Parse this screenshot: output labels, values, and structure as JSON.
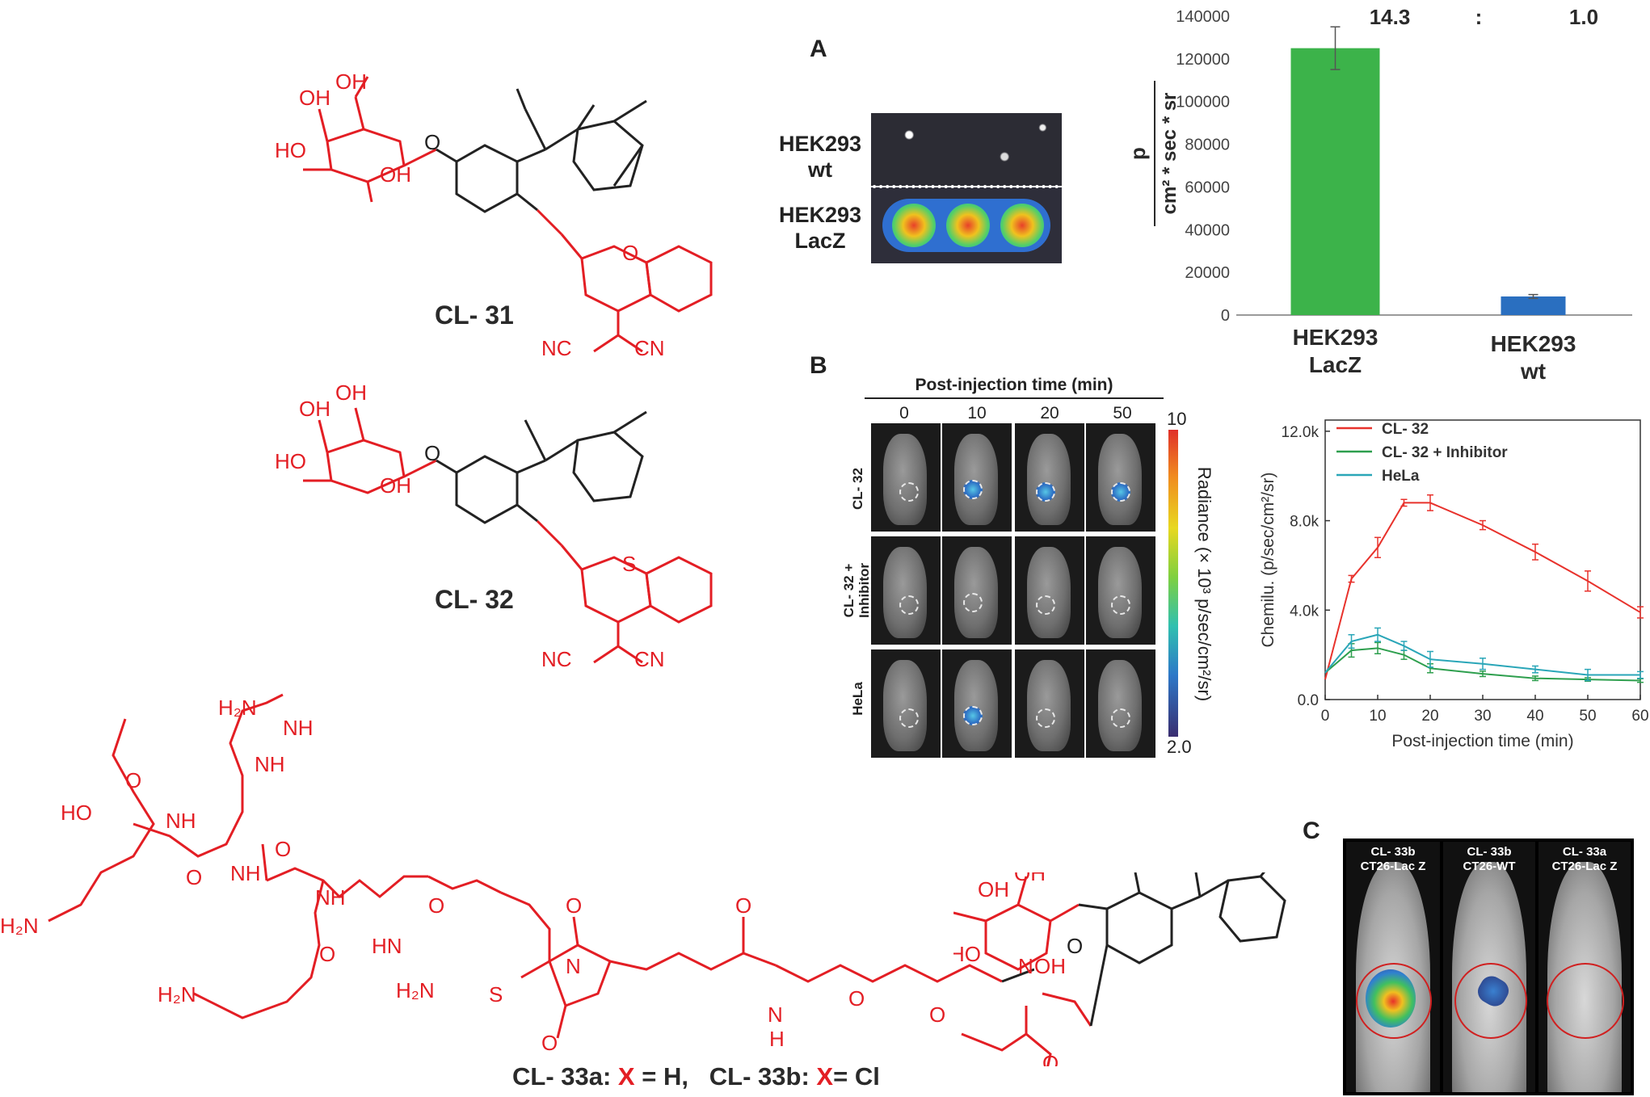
{
  "compounds": {
    "cl31": "CL- 31",
    "cl32": "CL- 32",
    "cl33_caption_a_prefix": "CL- 33a: ",
    "cl33_caption_a_x": "X",
    "cl33_caption_a_suffix": " = H,",
    "cl33_caption_b_prefix": "CL- 33b: ",
    "cl33_caption_b_x": "X",
    "cl33_caption_b_suffix": "= Cl",
    "atoms": {
      "oh": "OH",
      "ho": "HO",
      "o": "O",
      "s": "S",
      "nc": "NC",
      "cn": "CN",
      "h2n": "H₂N",
      "nh": "NH",
      "n": "N",
      "h": "H",
      "x": "X",
      "hn": "HN",
      "ho_acid": "HO"
    }
  },
  "panel_a": {
    "letter": "A",
    "row_labels": [
      "HEK293\nwt",
      "HEK293\nLacZ"
    ],
    "ratio_left": "14.3",
    "ratio_sep": ":",
    "ratio_right": "1.0"
  },
  "panel_b": {
    "letter": "B",
    "time_header": "Post-injection time (min)",
    "time_points": [
      "0",
      "10",
      "20",
      "50"
    ],
    "rows": [
      "CL- 32",
      "CL- 32 +\nInhibitor",
      "HeLa"
    ],
    "colorbar_max": "10",
    "colorbar_min": "2.0",
    "colorbar_label": "Radiance (× 10³ p/sec/cm²/sr)"
  },
  "panel_c": {
    "letter": "C",
    "cells": [
      {
        "line1": "CL- 33b",
        "line2": "CT26-Lac Z",
        "signal": "high"
      },
      {
        "line1": "CL- 33b",
        "line2": "CT26-WT",
        "signal": "low"
      },
      {
        "line1": "CL- 33a",
        "line2": "CT26-Lac Z",
        "signal": "none"
      }
    ]
  },
  "chart_data": [
    {
      "type": "bar",
      "categories": [
        "HEK293\nLacZ",
        "HEK293\nwt"
      ],
      "values": [
        125000,
        8700
      ],
      "errors": [
        10000,
        900
      ],
      "colors": [
        "#3cb34a",
        "#2a6fc0"
      ],
      "ylabel_numerator": "p",
      "ylabel_denominator": "cm² * sec * sr",
      "ylim": [
        0,
        140000
      ],
      "yticks": [
        "0",
        "20000",
        "40000",
        "60000",
        "80000",
        "100000",
        "120000",
        "140000"
      ],
      "grid": false
    },
    {
      "type": "line",
      "x": [
        0,
        5,
        10,
        15,
        20,
        30,
        40,
        50,
        60
      ],
      "xticks": [
        "0",
        "10",
        "20",
        "30",
        "40",
        "50",
        "60"
      ],
      "yticks": [
        "0.0",
        "4.0k",
        "8.0k",
        "12.0k"
      ],
      "xlim": [
        0,
        60
      ],
      "ylim": [
        0,
        12500
      ],
      "xlabel": "Post-injection time (min)",
      "ylabel": "Chemilu. (p/sec/cm²/sr)",
      "legend_position": "top-left",
      "series": [
        {
          "name": "CL- 32",
          "color": "#e8322c",
          "values": [
            900,
            5400,
            6800,
            8800,
            8800,
            7800,
            6600,
            5300,
            3900
          ],
          "errors": [
            0,
            150,
            450,
            150,
            350,
            200,
            350,
            450,
            250
          ]
        },
        {
          "name": "CL- 32 + Inhibitor",
          "color": "#2e9f4e",
          "values": [
            1200,
            2200,
            2300,
            2000,
            1400,
            1150,
            950,
            900,
            850
          ],
          "errors": [
            0,
            300,
            250,
            200,
            200,
            120,
            100,
            80,
            80
          ]
        },
        {
          "name": "HeLa",
          "color": "#2aa6b8",
          "values": [
            1200,
            2600,
            2900,
            2400,
            1800,
            1600,
            1350,
            1100,
            1100
          ],
          "errors": [
            0,
            300,
            300,
            200,
            350,
            250,
            150,
            250,
            150
          ]
        }
      ]
    }
  ]
}
